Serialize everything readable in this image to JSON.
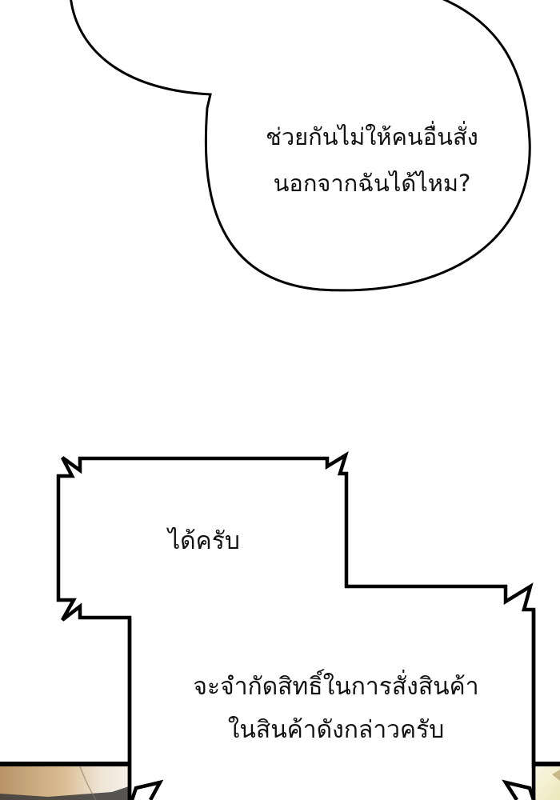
{
  "page": {
    "type": "comic-panel",
    "background": "#ffffff"
  },
  "bubbles": [
    {
      "id": "rounded-speech-bubble",
      "shape": "rounded",
      "lines": [
        "ช่วยกันไม่ให้คนอื่นสั่ง",
        "นอกจากฉันได้ไหม?"
      ]
    },
    {
      "id": "spiky-speech-bubble-top",
      "shape": "jagged",
      "lines": [
        "ได้ครับ"
      ]
    },
    {
      "id": "spiky-speech-bubble-bottom",
      "shape": "jagged",
      "lines": [
        "จะจำกัดสิทธิ์ในการสั่งสินค้า",
        "ในสินค้าดังกล่าวครับ"
      ]
    }
  ],
  "colors": {
    "outline": "#000000",
    "fill": "#ffffff",
    "text": "#111111",
    "panel_left": "#c9a878",
    "panel_right": "#f3efc8"
  }
}
